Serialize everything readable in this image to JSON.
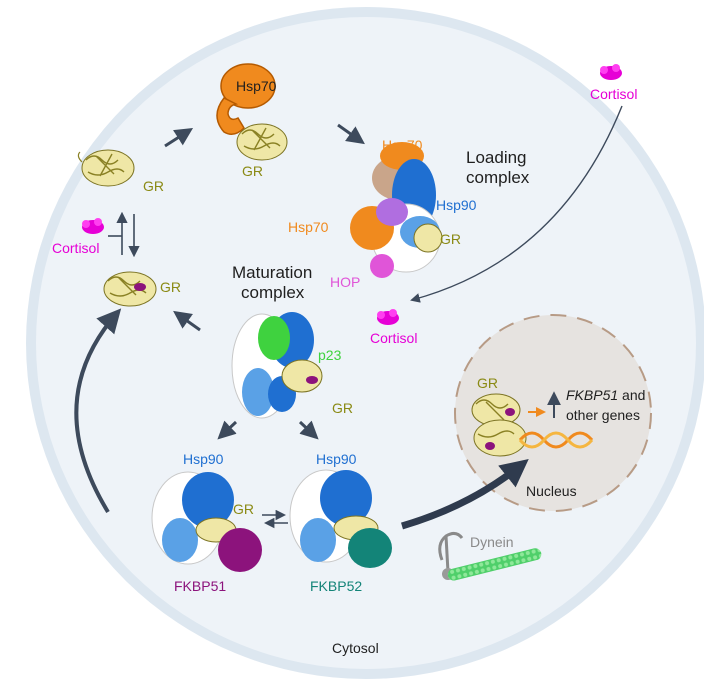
{
  "colors": {
    "gr": "#8a8a14",
    "hsp70": "#f08a1e",
    "hsp90": "#1f6fd1",
    "hop": "#e055d8",
    "p23": "#3fd23f",
    "cortisol": "#e600d6",
    "fkbp51": "#8c137c",
    "fkbp52": "#138478",
    "dynein": "#8a8a8a",
    "arrow": "#3d4a5c",
    "text": "#1f1f1f",
    "cytosol_fill": "#eef3f8",
    "cell_border": "#cfdbe6"
  },
  "labels": {
    "hsp70_top": "Hsp70",
    "gr_top": "GR",
    "gr_left_top": "GR",
    "cortisol_left": "Cortisol",
    "gr_left_bottom": "GR",
    "cortisol_top_right": "Cortisol",
    "loading_line1": "Loading",
    "loading_line2": "complex",
    "hsp70_loading_top": "Hsp70",
    "hsp90_loading": "Hsp90",
    "hsp70_loading_left": "Hsp70",
    "gr_loading": "GR",
    "hop": "HOP",
    "maturation_line1": "Maturation",
    "maturation_line2": "complex",
    "cortisol_mid": "Cortisol",
    "p23": "p23",
    "gr_maturation": "GR",
    "hsp90_left": "Hsp90",
    "hsp90_right": "Hsp90",
    "gr_bottom": "GR",
    "fkbp51": "FKBP51",
    "fkbp52": "FKBP52",
    "dynein": "Dynein",
    "gr_nucleus": "GR",
    "gene_italic": "FKBP51",
    "gene_rest": " and",
    "gene_line2": "other genes",
    "nucleus": "Nucleus",
    "cytosol": "Cytosol"
  }
}
